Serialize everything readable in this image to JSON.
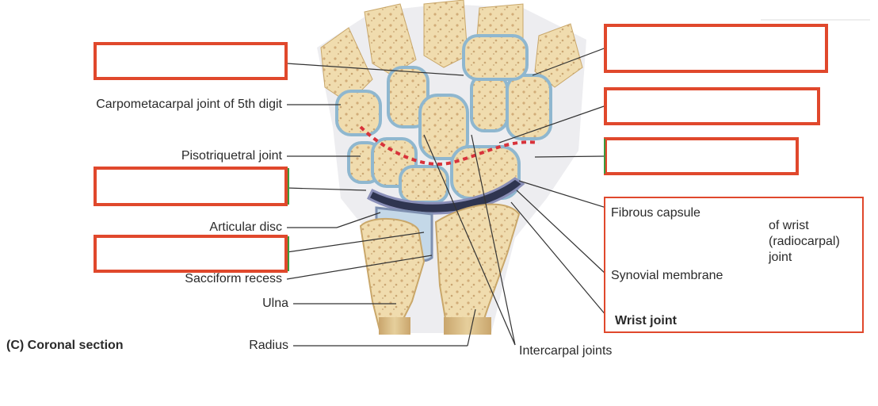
{
  "labels": {
    "carpometacarpal": "Carpometacarpal joint of 5th digit",
    "pisotriquetral": "Pisotriquetral joint",
    "articular_disc": "Articular disc",
    "sacciform": "Sacciform recess",
    "ulna": "Ulna",
    "radius": "Radius",
    "caption": "(C) Coronal section",
    "intercarpal": "Intercarpal joints",
    "fibrous_capsule": "Fibrous capsule",
    "synovial_membrane": "Synovial membrane",
    "of_wrist_1": "of wrist",
    "of_wrist_2": "(radiocarpal)",
    "of_wrist_3": "joint",
    "wrist_joint": "Wrist joint"
  },
  "colors": {
    "box_border": "#e0482c",
    "bone": "#f0dcae",
    "bone_edge": "#c9a76a",
    "cartilage": "#bcd7e6",
    "disc": "#2f3550",
    "dotted_line": "#d8323a",
    "leader": "#333333"
  }
}
